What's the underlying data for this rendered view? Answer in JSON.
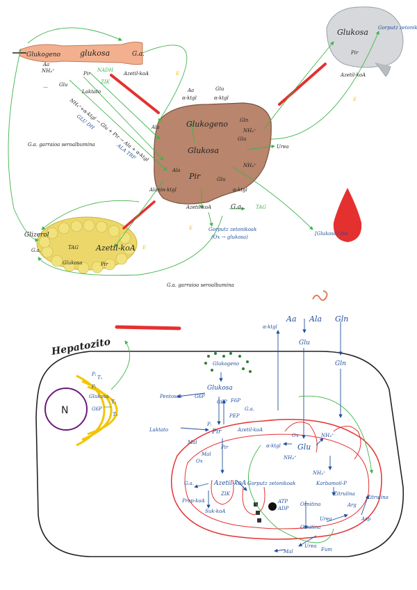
{
  "colors": {
    "green": "#3db34a",
    "dark": "#222222",
    "blue": "#1f4e9c",
    "red": "#e53030",
    "organ": "#b9856c",
    "muscle": "#f3b08f",
    "fat": "#ecd86a",
    "brain": "#d6d8db",
    "yellow": "#f4c400"
  },
  "muscle": {
    "glukogeno": "Glukogeno",
    "glukosa": "glukosa",
    "ga": "G.a.",
    "aa": "Aa",
    "nh4": "NH₄⁺",
    "pir": "Pir",
    "glu": "Glu",
    "laktato": "Laktato",
    "azetil": "Azetil-koA",
    "e": "E",
    "zik": "ZIK",
    "dots": "...",
    "nadh": "NADH"
  },
  "liver": {
    "aa": "Aa",
    "glu": "Glu",
    "akg": "α-ktgl",
    "akg2": "α-ktgl",
    "glukogeno": "Glukogeno",
    "gln": "Gln",
    "nh4": "NH₄⁺",
    "glu2": "Glu",
    "glukosa": "Glukosa",
    "nh4b": "NH₄⁺",
    "urea": "Urea",
    "ala": "Ala",
    "pir": "Pir",
    "glu3": "Glu",
    "akg3": "α-ktgl",
    "alanina_ktgl": "Alanin-ktgl",
    "azetil": "Azetil-koA",
    "ga": "G.a.",
    "tag": "TAG",
    "e": "E",
    "gorputz": "Gorputz zetonikoak",
    "ox_gluk": "(Ox → glukosa)",
    "ala_side": "Ala",
    "glukosa_odol": "[Glukosa] kte"
  },
  "pathways": {
    "path1": "NH₄⁺+α-ktgl → Glu + Pir → Ala + α-ktgl",
    "glu_dh": "GLU DH",
    "ala_trans": "ALA TRF"
  },
  "brain": {
    "glukosa": "Glukosa",
    "gorputz": "Gorputz zetonikoak",
    "pir": "Pir",
    "azetil": "Azetil-koA",
    "e": "E"
  },
  "fat": {
    "glizerol": "Glizerol",
    "ga": "G.a.",
    "tag": "TAG",
    "azetil": "Azetil-koA",
    "e": "E",
    "glukosa": "Glukosa",
    "pir": "Pir"
  },
  "transport": {
    "top": "G.a. garraioa seroalbumina",
    "bottom": "G.a. garraioa seroalbumina"
  },
  "hepatocyte": {
    "title": "Hepatozito",
    "nucleus": "N",
    "aa": "Aa",
    "ala": "Ala",
    "gln": "Gln",
    "akg": "α-ktgl",
    "glu": "Glu",
    "gln2": "Gln",
    "glukogeno": "Glukogeno",
    "glukosa": "Glukosa",
    "g6p": "G6P",
    "pentosak": "Pentosak",
    "g6p2": "G6P",
    "pep": "PEP",
    "f6p": "F6P",
    "ga": "G.a.",
    "laktato": "Laktato",
    "pir": "Pir",
    "azetil": "Azetil-koA",
    "akg2": "α-ktgl",
    "ox": "Ox",
    "glu2": "Glu",
    "nh4": "NH₄⁺",
    "nh4b": "NH₄⁺",
    "nh4c": "NH₄⁺",
    "pir2": "Pir",
    "ox2": "Ox",
    "ga2": "G.a.",
    "azetil2": "Azetil-koA",
    "gorputz": "Gorputz zetonikoak",
    "prop": "Prop-koA",
    "zik": "ZIK",
    "suk": "Suk-koA",
    "karbamoil": "Karbamoil-P",
    "zitrulina": "Zitrulina",
    "ornitina": "Ornitina",
    "urea": "Urea",
    "arg": "Arg",
    "zitrulina2": "Zitrulina",
    "asp": "Asp",
    "ornitina2": "Ornitina",
    "urea2": "Urea",
    "fum": "Fum",
    "mal": "Mal",
    "mal2": "Mal",
    "atp": "ATP",
    "adp": "ADP",
    "t1": "T₁",
    "t2": "T₂",
    "t3": "T₃",
    "pi": "Pᵢ",
    "pi2": "Pᵢ",
    "gluk2": "Glukosa",
    "g6p3": "G6P",
    "mal3": "Mal",
    "pi_small": "Pᵢ"
  }
}
